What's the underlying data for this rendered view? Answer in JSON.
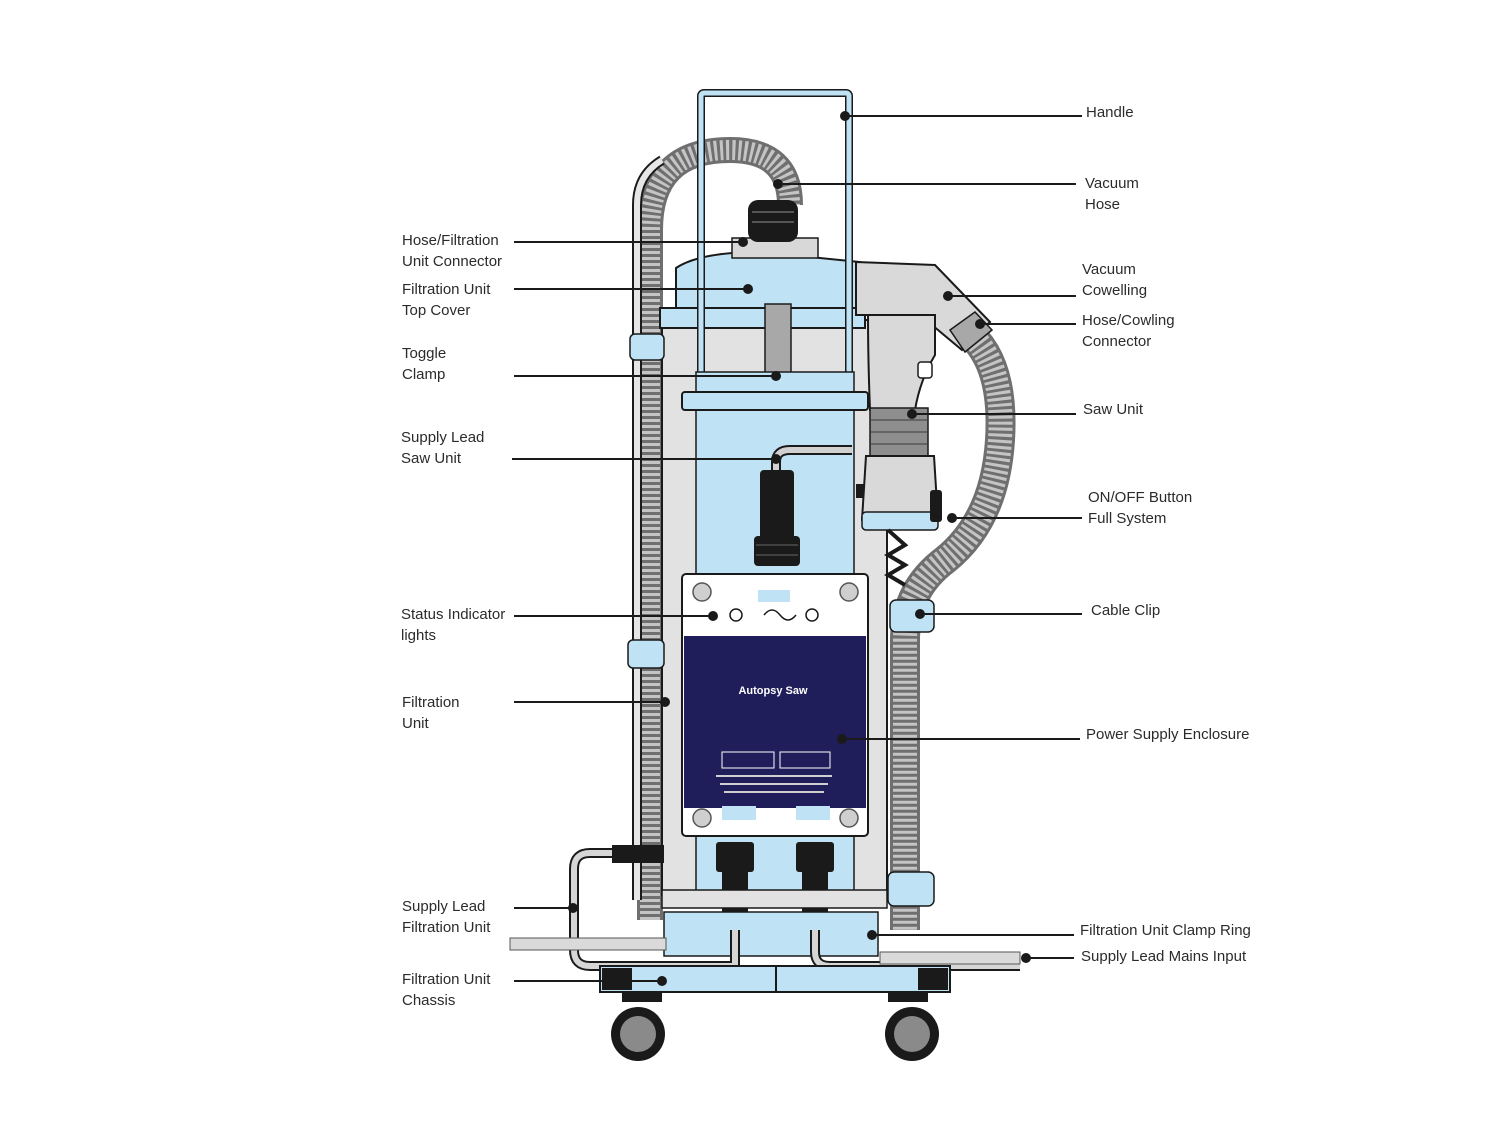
{
  "colors": {
    "outline": "#1a1a1a",
    "light_blue": "#bfe3f4",
    "grey_body": "#e2e2e2",
    "mid_grey": "#a8a8a8",
    "dark_grey": "#6f6f6f",
    "navy": "#1f1d5a",
    "black": "#1a1a1a"
  },
  "icons": [
    "screw-icon",
    "status-light-icon",
    "ce-mark-icon",
    "caster-wheel-icon"
  ],
  "labels": {
    "handle": "Handle",
    "vacuum_hose": "Vacuum\nHose",
    "hose_filtration_connector": "Hose/Filtration\nUnit Connector",
    "filtration_top_cover": "Filtration Unit\nTop Cover",
    "vacuum_cowelling": "Vacuum\nCowelling",
    "hose_cowling_connector": "Hose/Cowling\nConnector",
    "toggle_clamp": "Toggle\nClamp",
    "saw_unit": "Saw Unit",
    "supply_lead_saw": "Supply Lead\nSaw Unit",
    "on_off_button": "ON/OFF Button\nFull System",
    "status_lights": "Status Indicator\nlights",
    "cable_clip": "Cable Clip",
    "filtration_unit": "Filtration\nUnit",
    "power_supply_enclosure": "Power Supply Enclosure",
    "supply_lead_filtration": "Supply Lead\nFiltration Unit",
    "clamp_ring": "Filtration Unit Clamp Ring",
    "mains_input": "Supply Lead Mains Input",
    "chassis": "Filtration Unit\nChassis"
  },
  "panel": {
    "title": "Autopsy Saw"
  }
}
